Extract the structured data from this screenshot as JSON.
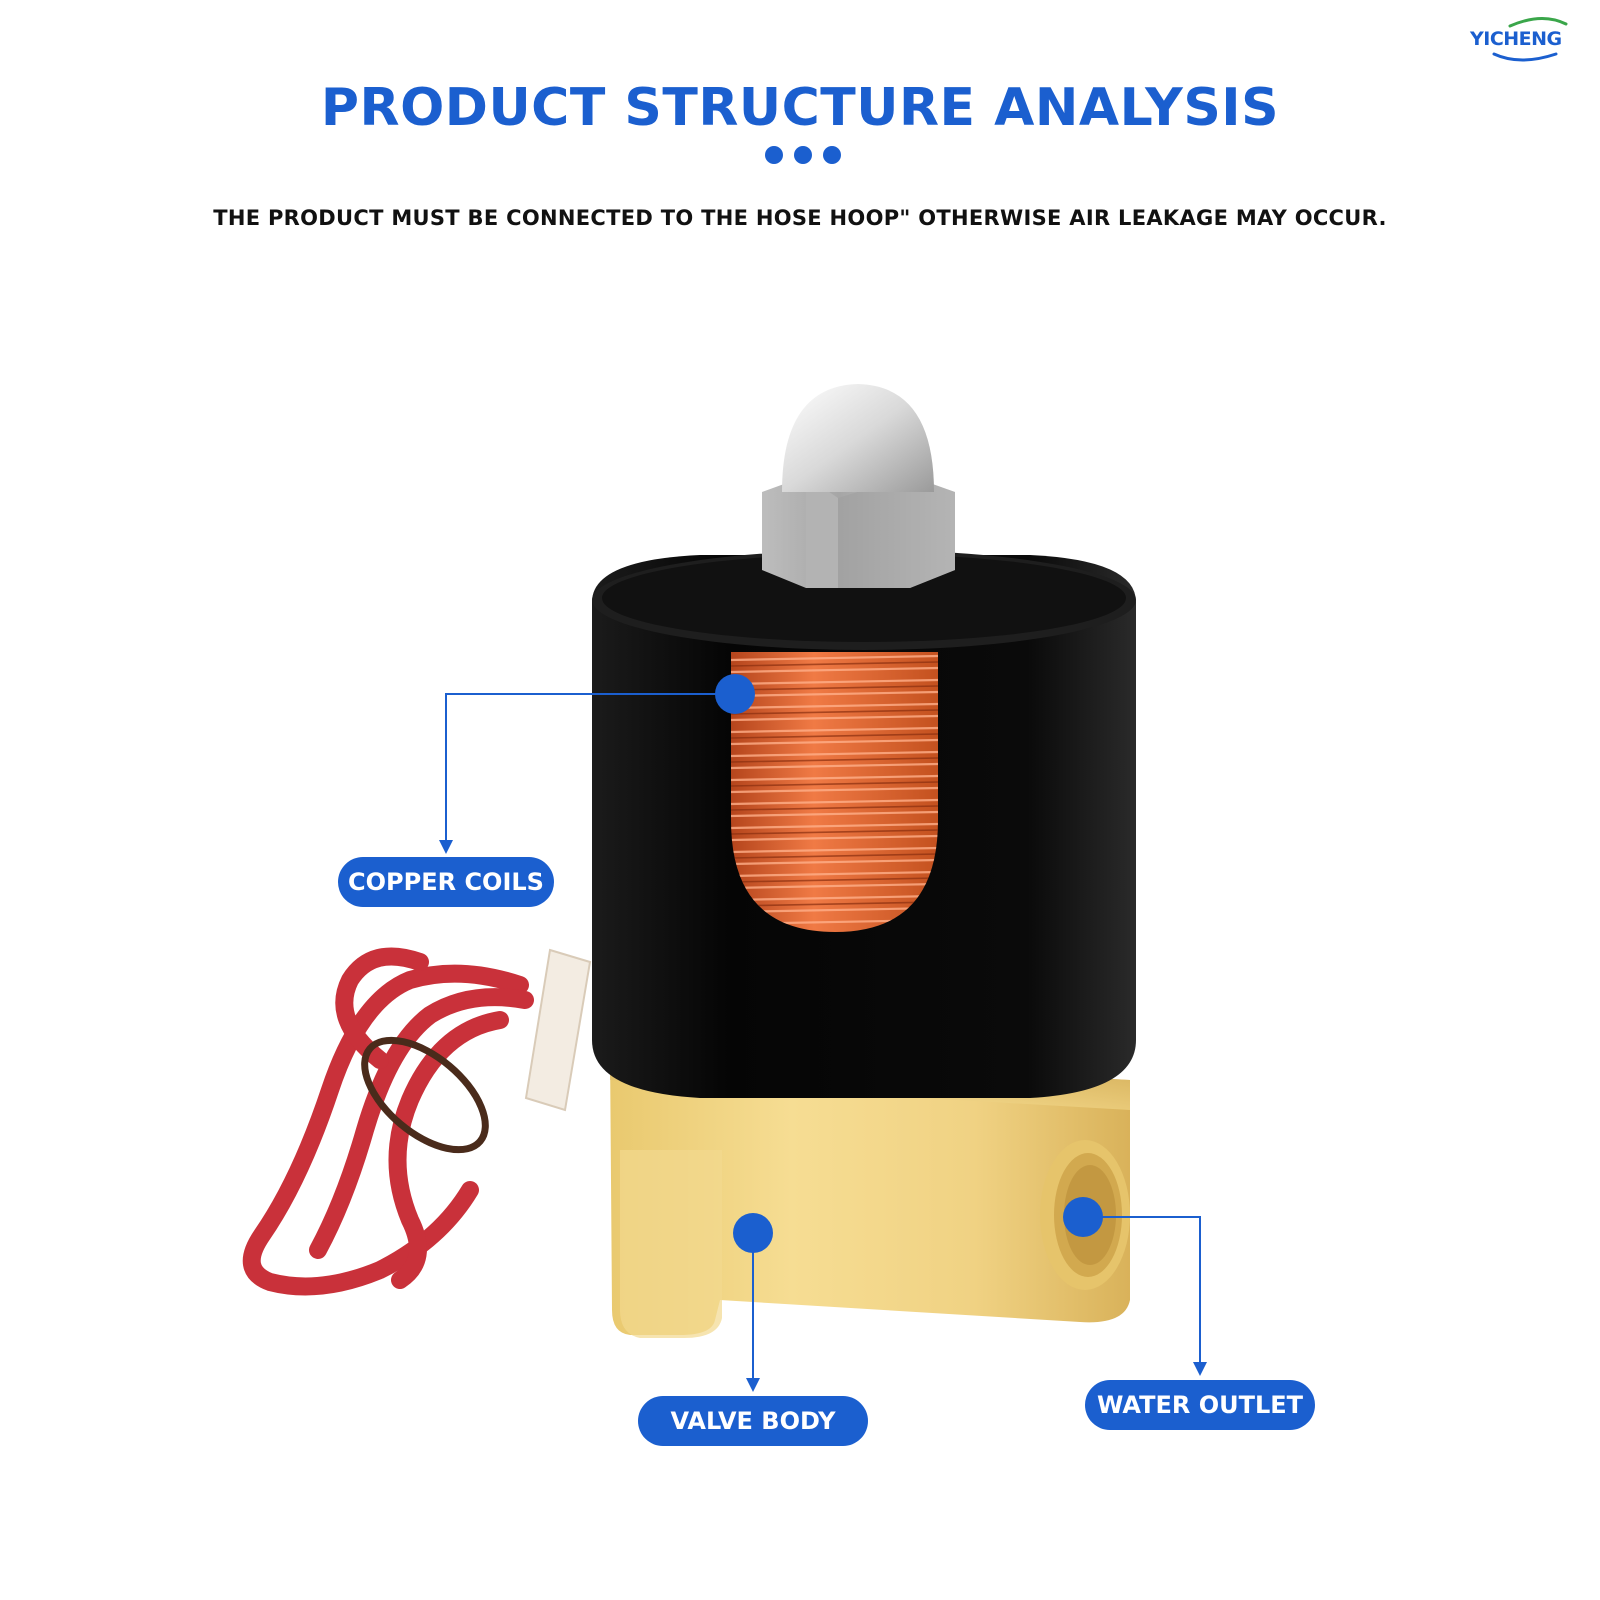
{
  "brand": {
    "logo_text": "YICHENG",
    "colors": {
      "blue": "#1b5fcf",
      "green": "#3aa64a"
    }
  },
  "header": {
    "title": "PRODUCT STRUCTURE ANALYSIS",
    "subtitle": "THE PRODUCT MUST BE CONNECTED TO THE HOSE HOOP\" OTHERWISE AIR LEAKAGE MAY OCCUR."
  },
  "callouts": [
    {
      "label": "COPPER COILS"
    },
    {
      "label": "VALVE BODY"
    },
    {
      "label": "WATER OUTLET"
    }
  ]
}
